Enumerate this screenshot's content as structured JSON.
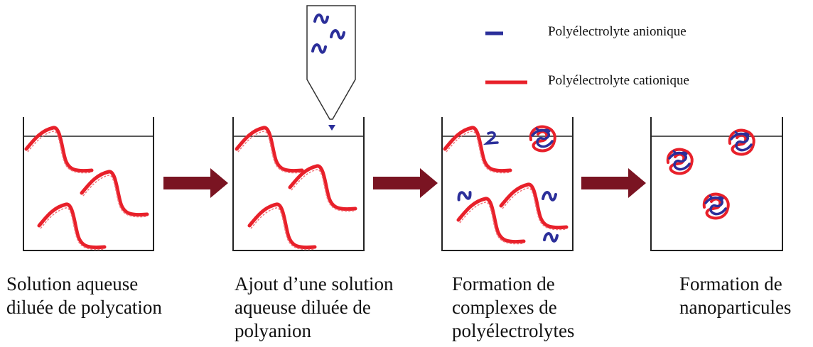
{
  "legend": {
    "anionic": {
      "label": "Polyélectrolyte anionique",
      "color": "#2b2f9a"
    },
    "cationic": {
      "label": "Polyélectrolyte cationique",
      "color": "#e8202a"
    }
  },
  "arrow_color": "#7a1422",
  "steps": [
    {
      "caption_lines": [
        "Solution aqueuse",
        "diluée de polycation"
      ]
    },
    {
      "caption_lines": [
        "Ajout d’une solution",
        "aqueuse diluée de",
        "polyanion"
      ]
    },
    {
      "caption_lines": [
        "Formation de",
        "complexes de",
        "polyélectrolytes"
      ]
    },
    {
      "caption_lines": [
        "Formation de",
        "nanoparticules"
      ]
    }
  ]
}
